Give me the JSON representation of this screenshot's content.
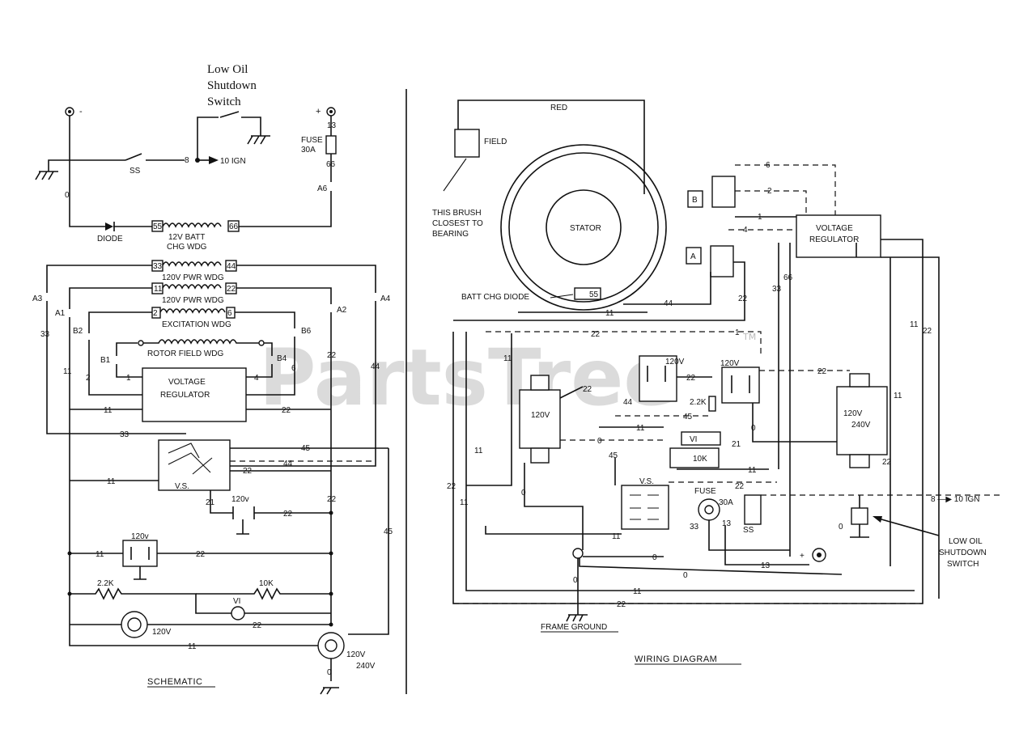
{
  "watermark": {
    "text": "PartsTree",
    "trademark": "TM"
  },
  "schematic": {
    "title": "SCHEMATIC",
    "low_oil_switch_label": [
      "Low Oil",
      "Shutdown",
      "Switch"
    ],
    "terminal_neg": "-",
    "terminal_pos": "+",
    "ss": "SS",
    "to_ign": "8 ▶ 10 IGN",
    "fuse": "FUSE",
    "fuse_rating": "30A",
    "batt_wdg": [
      "12V BATT",
      "CHG WDG"
    ],
    "diode": "DIODE",
    "pwr_wdg_1": "120V PWR WDG",
    "pwr_wdg_2": "120V PWR WDG",
    "excitation": "EXCITATION WDG",
    "rotor": "ROTOR FIELD WDG",
    "regulator": [
      "VOLTAGE",
      "REGULATOR"
    ],
    "vs": "V.S.",
    "resistor_2k": "2.2K",
    "resistor_10k": "10K",
    "vi": "VI",
    "outlet_120": "120V",
    "outlet_120_2": "120v",
    "outlet_240": [
      "120V",
      "240V"
    ],
    "terminals": {
      "A3": "A3",
      "A1": "A1",
      "A2": "A2",
      "A4": "A4",
      "A6": "A6",
      "B2": "B2",
      "B1": "B1",
      "B4": "B4",
      "B6": "B6",
      "w33": "33",
      "w44": "44",
      "w11": "11",
      "w22": "22",
      "w1": "1",
      "w2": "2",
      "w4": "4",
      "w6": "6",
      "w0": "0",
      "w45": "45",
      "w55": "55",
      "w66": "66",
      "w13": "13",
      "w21": "21",
      "w8": "8"
    }
  },
  "wiring": {
    "title": "WIRING DIAGRAM",
    "red": "RED",
    "field": "FIELD",
    "brush_note": [
      "THIS BRUSH",
      "CLOSEST TO",
      "BEARING"
    ],
    "stator": "STATOR",
    "batt_chg_diode": "BATT CHG DIODE",
    "regulator": [
      "VOLTAGE",
      "REGULATOR"
    ],
    "connector_b": "B",
    "connector_a": "A",
    "outlet_120a": "120V",
    "outlet_120b": "120V",
    "outlet_120c": "120V",
    "outlet_240": [
      "120V",
      "240V"
    ],
    "r22k": "2.2K",
    "vi": "VI",
    "r10k": "10K",
    "vs": "V.S.",
    "fuse": "FUSE",
    "fuse_rating": "30A",
    "ss": "SS",
    "to_ign": "8 —▶ 10 IGN",
    "low_oil": [
      "LOW OIL",
      "SHUTDOWN",
      "SWITCH"
    ],
    "frame_ground": "FRAME GROUND",
    "plus": "+"
  }
}
